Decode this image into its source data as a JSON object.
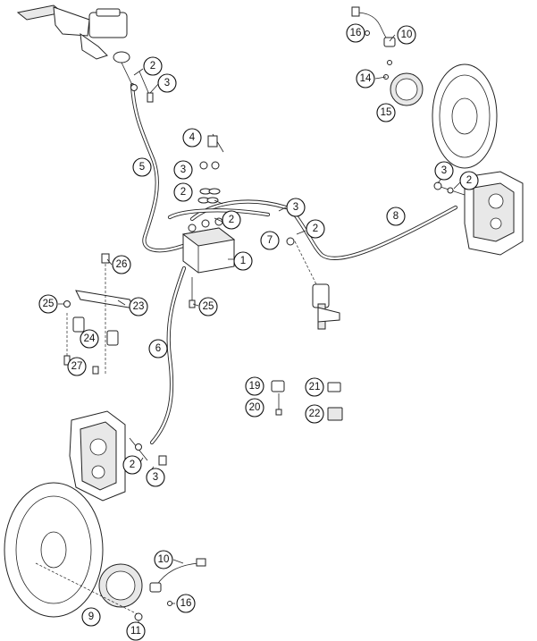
{
  "diagram": {
    "callouts": [
      {
        "id": "c-2a",
        "label": "2"
      },
      {
        "id": "c-3a",
        "label": "3"
      },
      {
        "id": "c-16a",
        "label": "16"
      },
      {
        "id": "c-10a",
        "label": "10"
      },
      {
        "id": "c-14",
        "label": "14"
      },
      {
        "id": "c-15",
        "label": "15"
      },
      {
        "id": "c-4",
        "label": "4"
      },
      {
        "id": "c-5",
        "label": "5"
      },
      {
        "id": "c-3b",
        "label": "3"
      },
      {
        "id": "c-2b",
        "label": "2"
      },
      {
        "id": "c-3c",
        "label": "3"
      },
      {
        "id": "c-2c",
        "label": "2"
      },
      {
        "id": "c-3d",
        "label": "3"
      },
      {
        "id": "c-8",
        "label": "8"
      },
      {
        "id": "c-2d",
        "label": "2"
      },
      {
        "id": "c-7",
        "label": "7"
      },
      {
        "id": "c-2e",
        "label": "2"
      },
      {
        "id": "c-1",
        "label": "1"
      },
      {
        "id": "c-26",
        "label": "26"
      },
      {
        "id": "c-25a",
        "label": "25"
      },
      {
        "id": "c-23",
        "label": "23"
      },
      {
        "id": "c-25b",
        "label": "25"
      },
      {
        "id": "c-24",
        "label": "24"
      },
      {
        "id": "c-6",
        "label": "6"
      },
      {
        "id": "c-27",
        "label": "27"
      },
      {
        "id": "c-19",
        "label": "19"
      },
      {
        "id": "c-21",
        "label": "21"
      },
      {
        "id": "c-20",
        "label": "20"
      },
      {
        "id": "c-22",
        "label": "22"
      },
      {
        "id": "c-2f",
        "label": "2"
      },
      {
        "id": "c-3e",
        "label": "3"
      },
      {
        "id": "c-10b",
        "label": "10"
      },
      {
        "id": "c-16b",
        "label": "16"
      },
      {
        "id": "c-9",
        "label": "9"
      },
      {
        "id": "c-11",
        "label": "11"
      }
    ]
  }
}
